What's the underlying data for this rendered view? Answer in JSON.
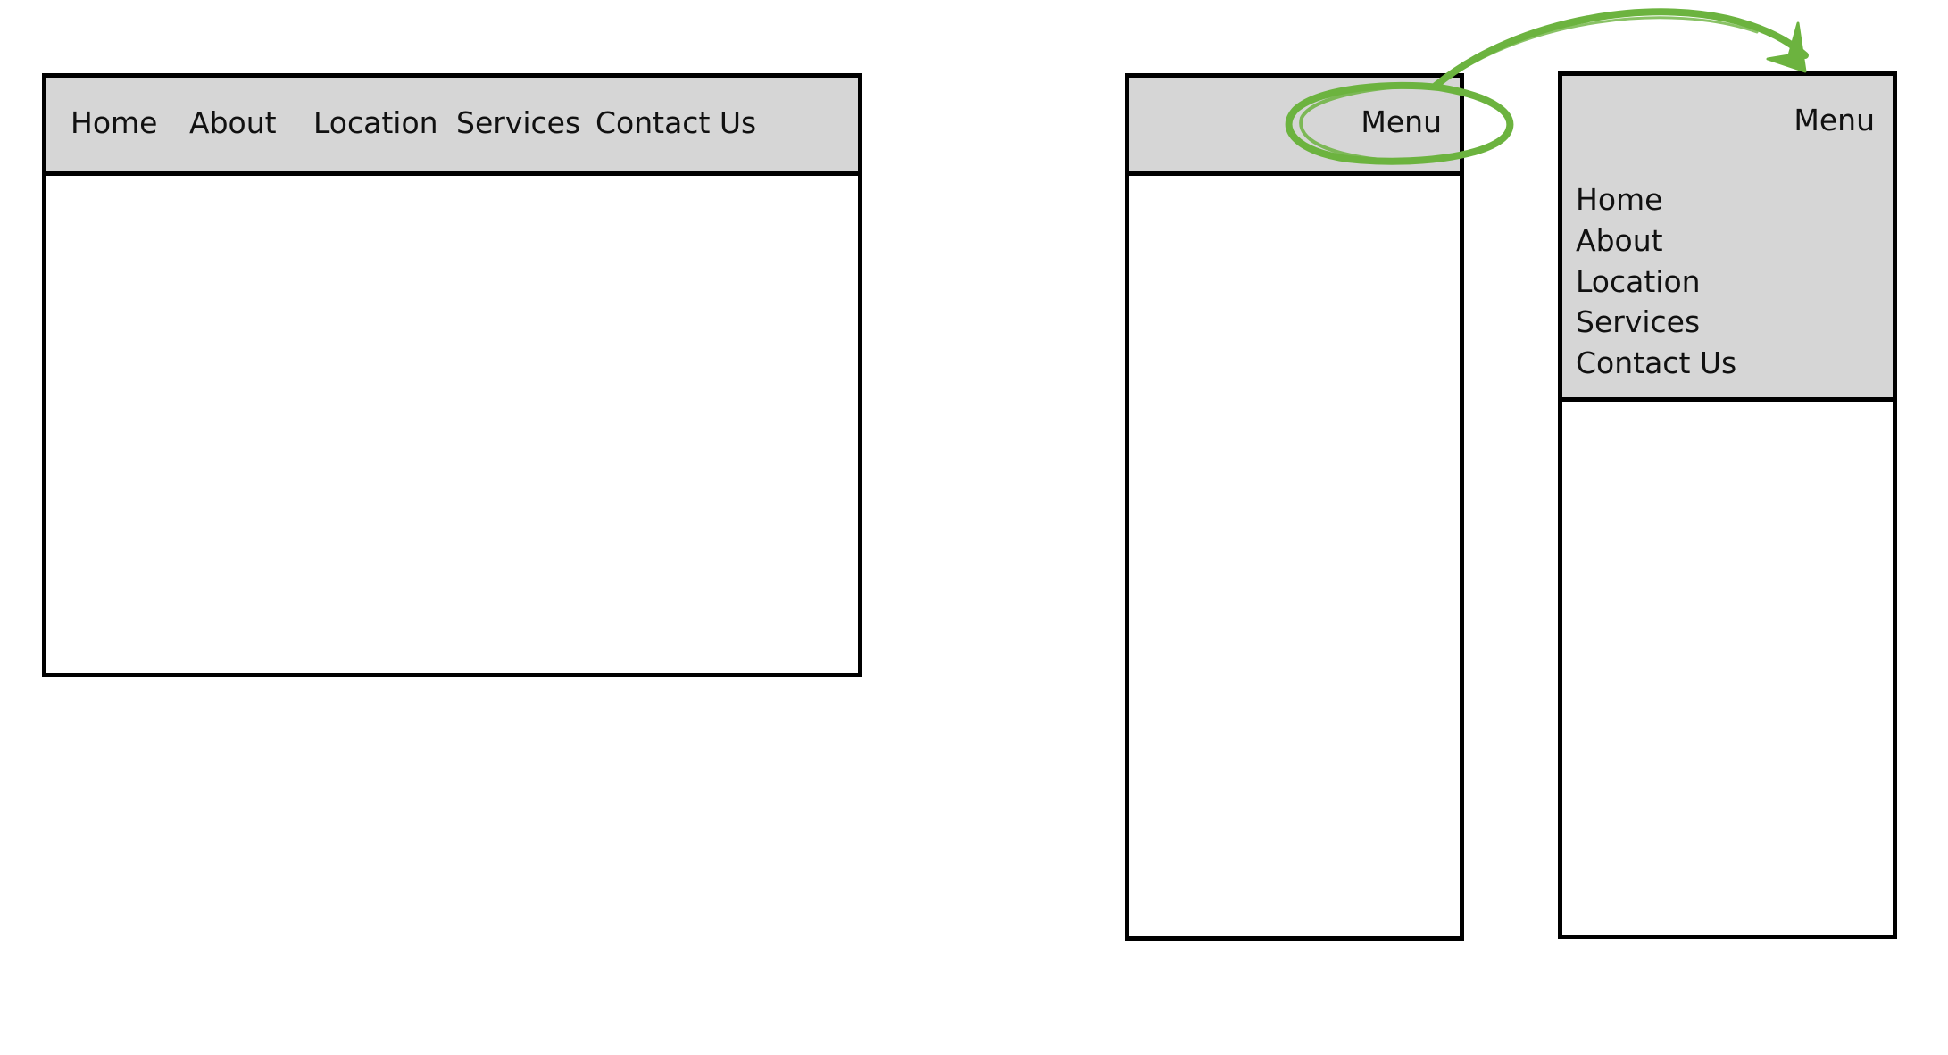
{
  "desktop": {
    "nav": [
      "Home",
      "About",
      "Location",
      "Services",
      "Contact Us"
    ]
  },
  "mobile_collapsed": {
    "menu_label": "Menu"
  },
  "mobile_expanded": {
    "menu_label": "Menu",
    "nav": [
      "Home",
      "About",
      "Location",
      "Services",
      "Contact Us"
    ]
  },
  "colors": {
    "bar_fill": "#d6d6d6",
    "border": "#000000",
    "annotation": "#6cb33f"
  }
}
